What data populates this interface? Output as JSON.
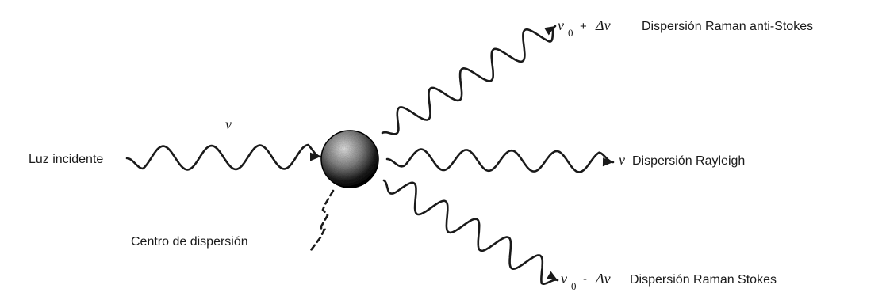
{
  "diagram": {
    "incident": {
      "label": "Luz incidente",
      "symbol": "ν"
    },
    "center": {
      "label": "Centro de dispersión"
    },
    "anti_stokes": {
      "symbol": "ν",
      "subscript": "0",
      "operator": "+",
      "shift": "Δν",
      "label": "Dispersión Raman anti-Stokes"
    },
    "rayleigh": {
      "symbol": "ν",
      "label": "Dispersión Rayleigh"
    },
    "stokes": {
      "symbol": "ν",
      "subscript": "0",
      "operator": "-",
      "shift": "Δν",
      "label": "Dispersión Raman Stokes"
    },
    "colors": {
      "ink": "#1a1a1a",
      "background": "#ffffff"
    }
  }
}
